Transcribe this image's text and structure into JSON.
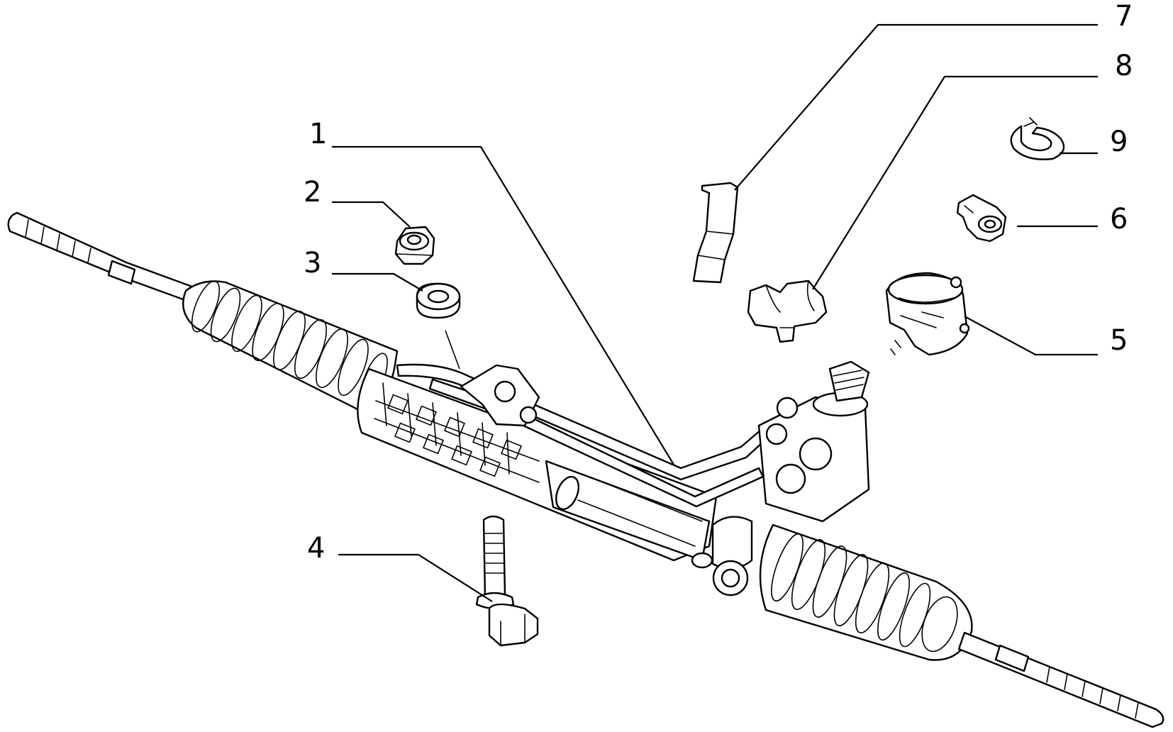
{
  "callouts": [
    {
      "id": "1",
      "label": "1",
      "part": "steering-rack-housing"
    },
    {
      "id": "2",
      "label": "2",
      "part": "nut"
    },
    {
      "id": "3",
      "label": "3",
      "part": "washer"
    },
    {
      "id": "4",
      "label": "4",
      "part": "flange-bolt"
    },
    {
      "id": "5",
      "label": "5",
      "part": "pinion-dust-boot"
    },
    {
      "id": "6",
      "label": "6",
      "part": "clip"
    },
    {
      "id": "7",
      "label": "7",
      "part": "bracket"
    },
    {
      "id": "8",
      "label": "8",
      "part": "pipe-clamp"
    },
    {
      "id": "9",
      "label": "9",
      "part": "spring-clip"
    }
  ],
  "colors": {
    "ink": "#000000",
    "paper": "#ffffff"
  }
}
